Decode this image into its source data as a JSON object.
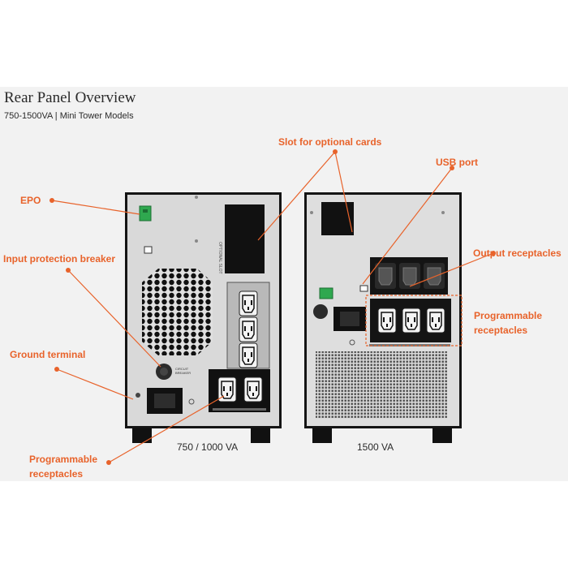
{
  "title": "Rear Panel Overview",
  "subtitle": "750-1500VA | Mini Tower Models",
  "accent_color": "#e8632b",
  "callouts": {
    "slot": "Slot for optional cards",
    "usb": "USB port",
    "epo": "EPO",
    "output": "Output receptacles",
    "breaker": "Input protection breaker",
    "prog_right_1": "Programmable",
    "prog_right_2": "receptacles",
    "ground": "Ground terminal",
    "prog_left_1": "Programmable",
    "prog_left_2": "receptacles"
  },
  "captions": {
    "left": "750 / 1000 VA",
    "right": "1500 VA"
  }
}
